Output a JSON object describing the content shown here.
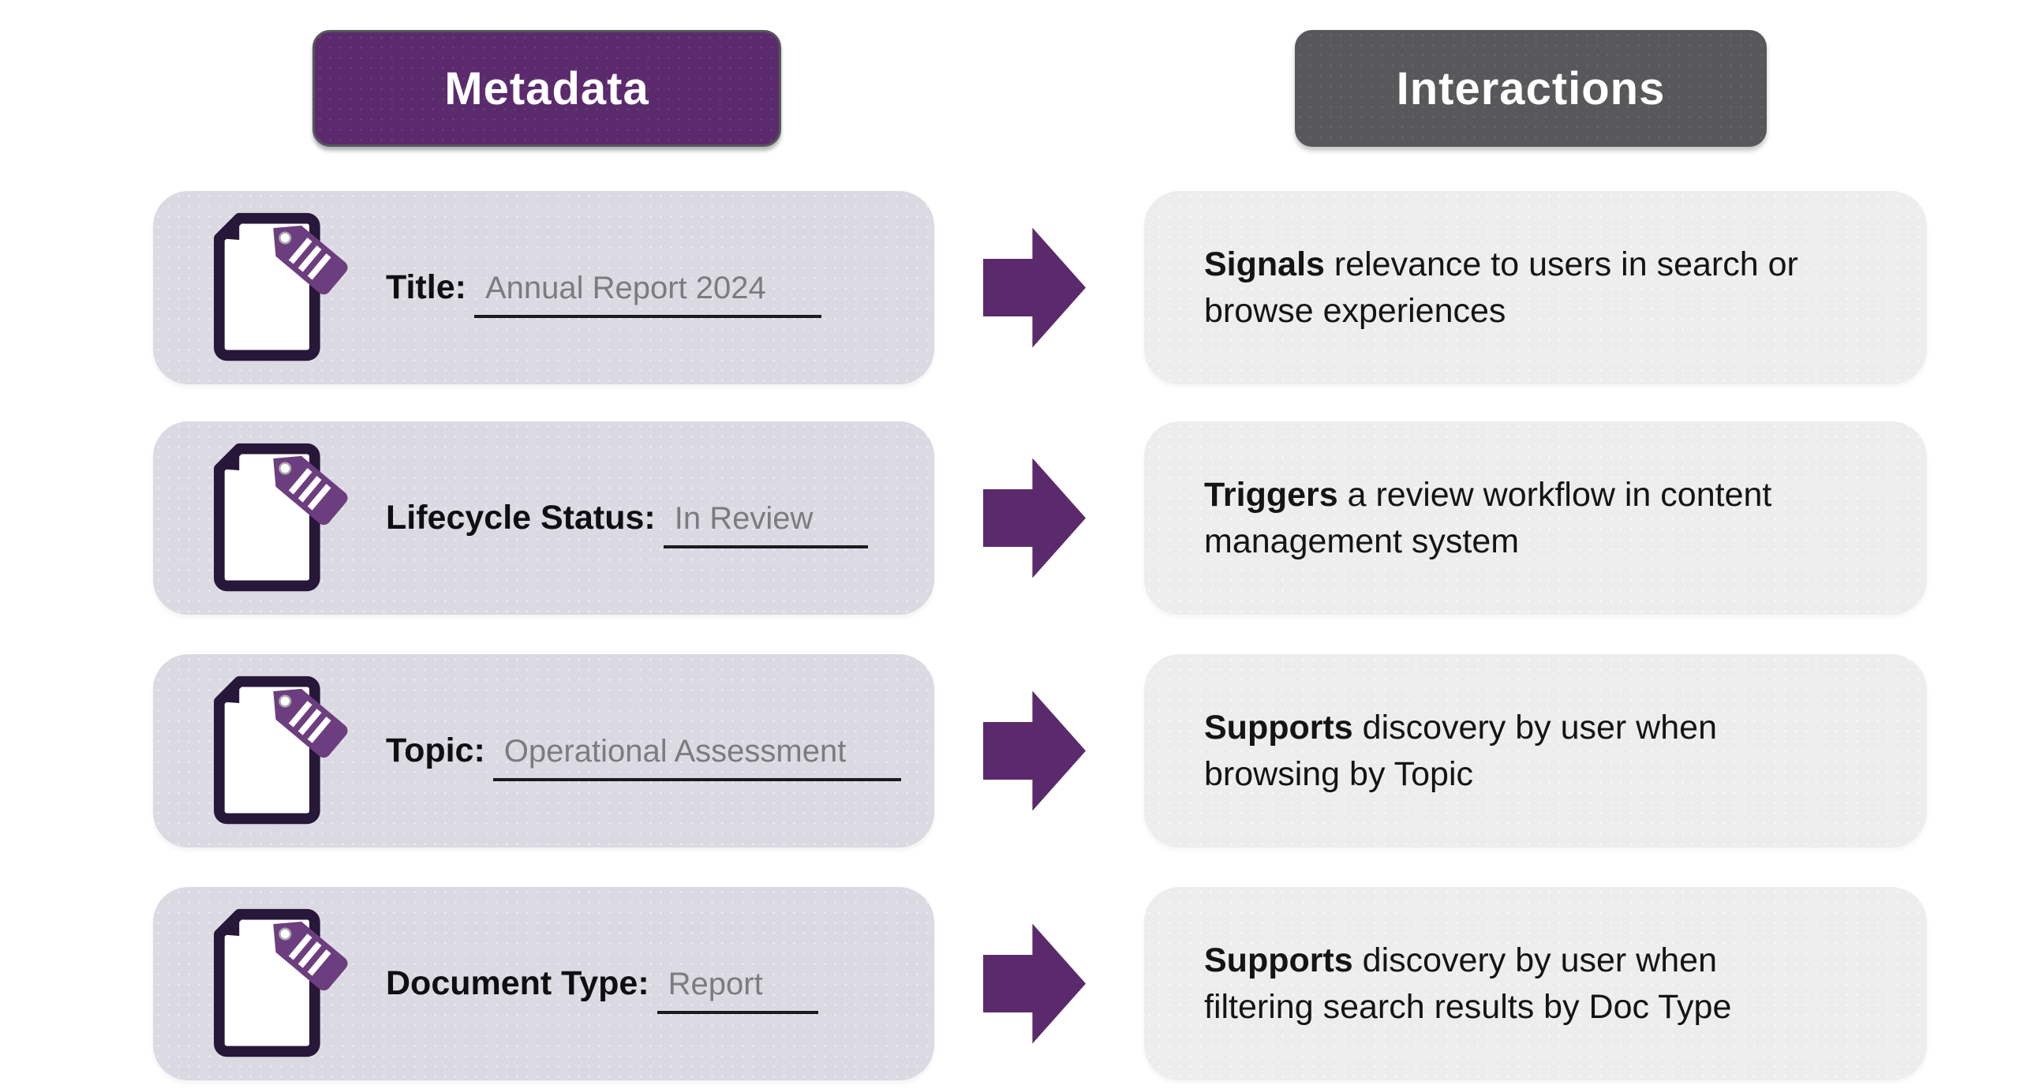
{
  "colors": {
    "purple": "#5b2a6d",
    "tag_purple": "#6d3e7f",
    "doc_outline": "#271739",
    "dark_gray": "#58585a",
    "left_card_bg": "#dbd9e2",
    "right_card_bg": "#ededee",
    "value_text": "#7b7b80"
  },
  "headers": {
    "metadata": "Metadata",
    "interactions": "Interactions"
  },
  "rows": [
    {
      "icon": "document-tag-icon",
      "label": "Title:",
      "value": "Annual Report 2024",
      "interaction_bold": "Signals",
      "interaction_line1": " relevance to users in search or",
      "interaction_line2": "browse experiences"
    },
    {
      "icon": "document-tag-icon",
      "label": "Lifecycle Status:",
      "value": "In Review",
      "interaction_bold": "Triggers",
      "interaction_line1": " a review workflow in content",
      "interaction_line2": "management system"
    },
    {
      "icon": "document-tag-icon",
      "label": "Topic:",
      "value": "Operational Assessment",
      "interaction_bold": "Supports",
      "interaction_line1": " discovery by user when",
      "interaction_line2": "browsing by Topic"
    },
    {
      "icon": "document-tag-icon",
      "label": "Document Type:",
      "value": "Report",
      "interaction_bold": "Supports",
      "interaction_line1": " discovery by user when",
      "interaction_line2": "filtering search results by Doc Type"
    }
  ]
}
